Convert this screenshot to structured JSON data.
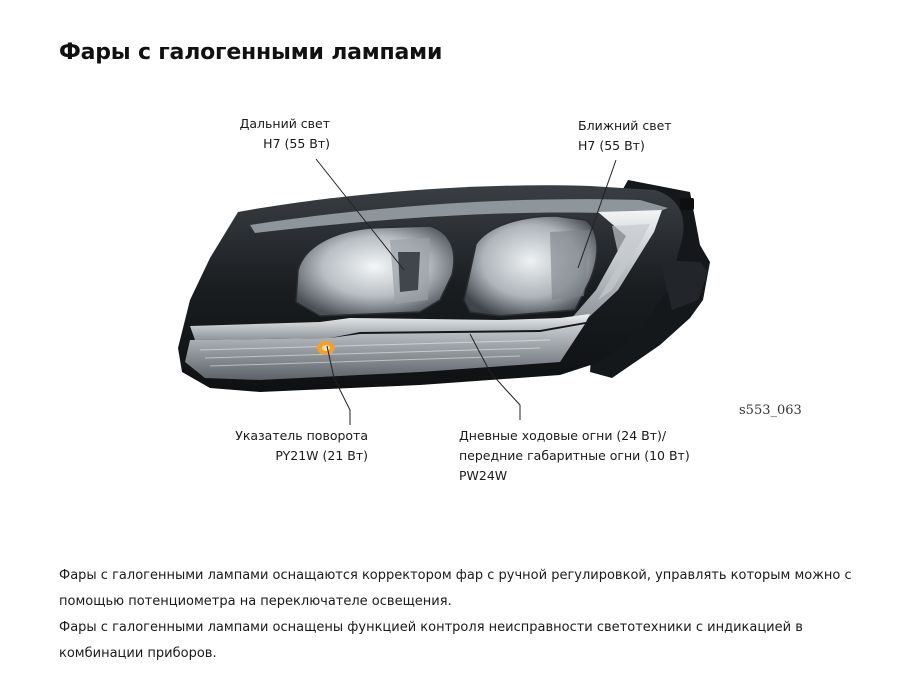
{
  "title": "Фары с галогенными лампами",
  "callouts": {
    "high_beam": {
      "line1": "Дальний свет",
      "line2": "H7 (55 Вт)"
    },
    "low_beam": {
      "line1": "Ближний свет",
      "line2": "H7 (55 Вт)"
    },
    "turn_signal": {
      "line1": "Указатель поворота",
      "line2": "PY21W (21 Вт)"
    },
    "drl": {
      "line1": "Дневные ходовые огни (24 Вт)/",
      "line2": "передние габаритные огни (10 Вт)",
      "line3": "PW24W"
    }
  },
  "figure_id": "s553_063",
  "description": {
    "para1": "Фары с галогенными лампами оснащаются корректором фар с ручной регулировкой, управлять которым можно с помощью потенциометра на переключателе освещения.",
    "para2": "Фары с галогенными лампами оснащены функцией контроля неисправности светотехники с индикацией в комбинации приборов."
  },
  "colors": {
    "housing": "#1c1f22",
    "chrome": "#d8dcdf",
    "amber": "#f0a030"
  }
}
